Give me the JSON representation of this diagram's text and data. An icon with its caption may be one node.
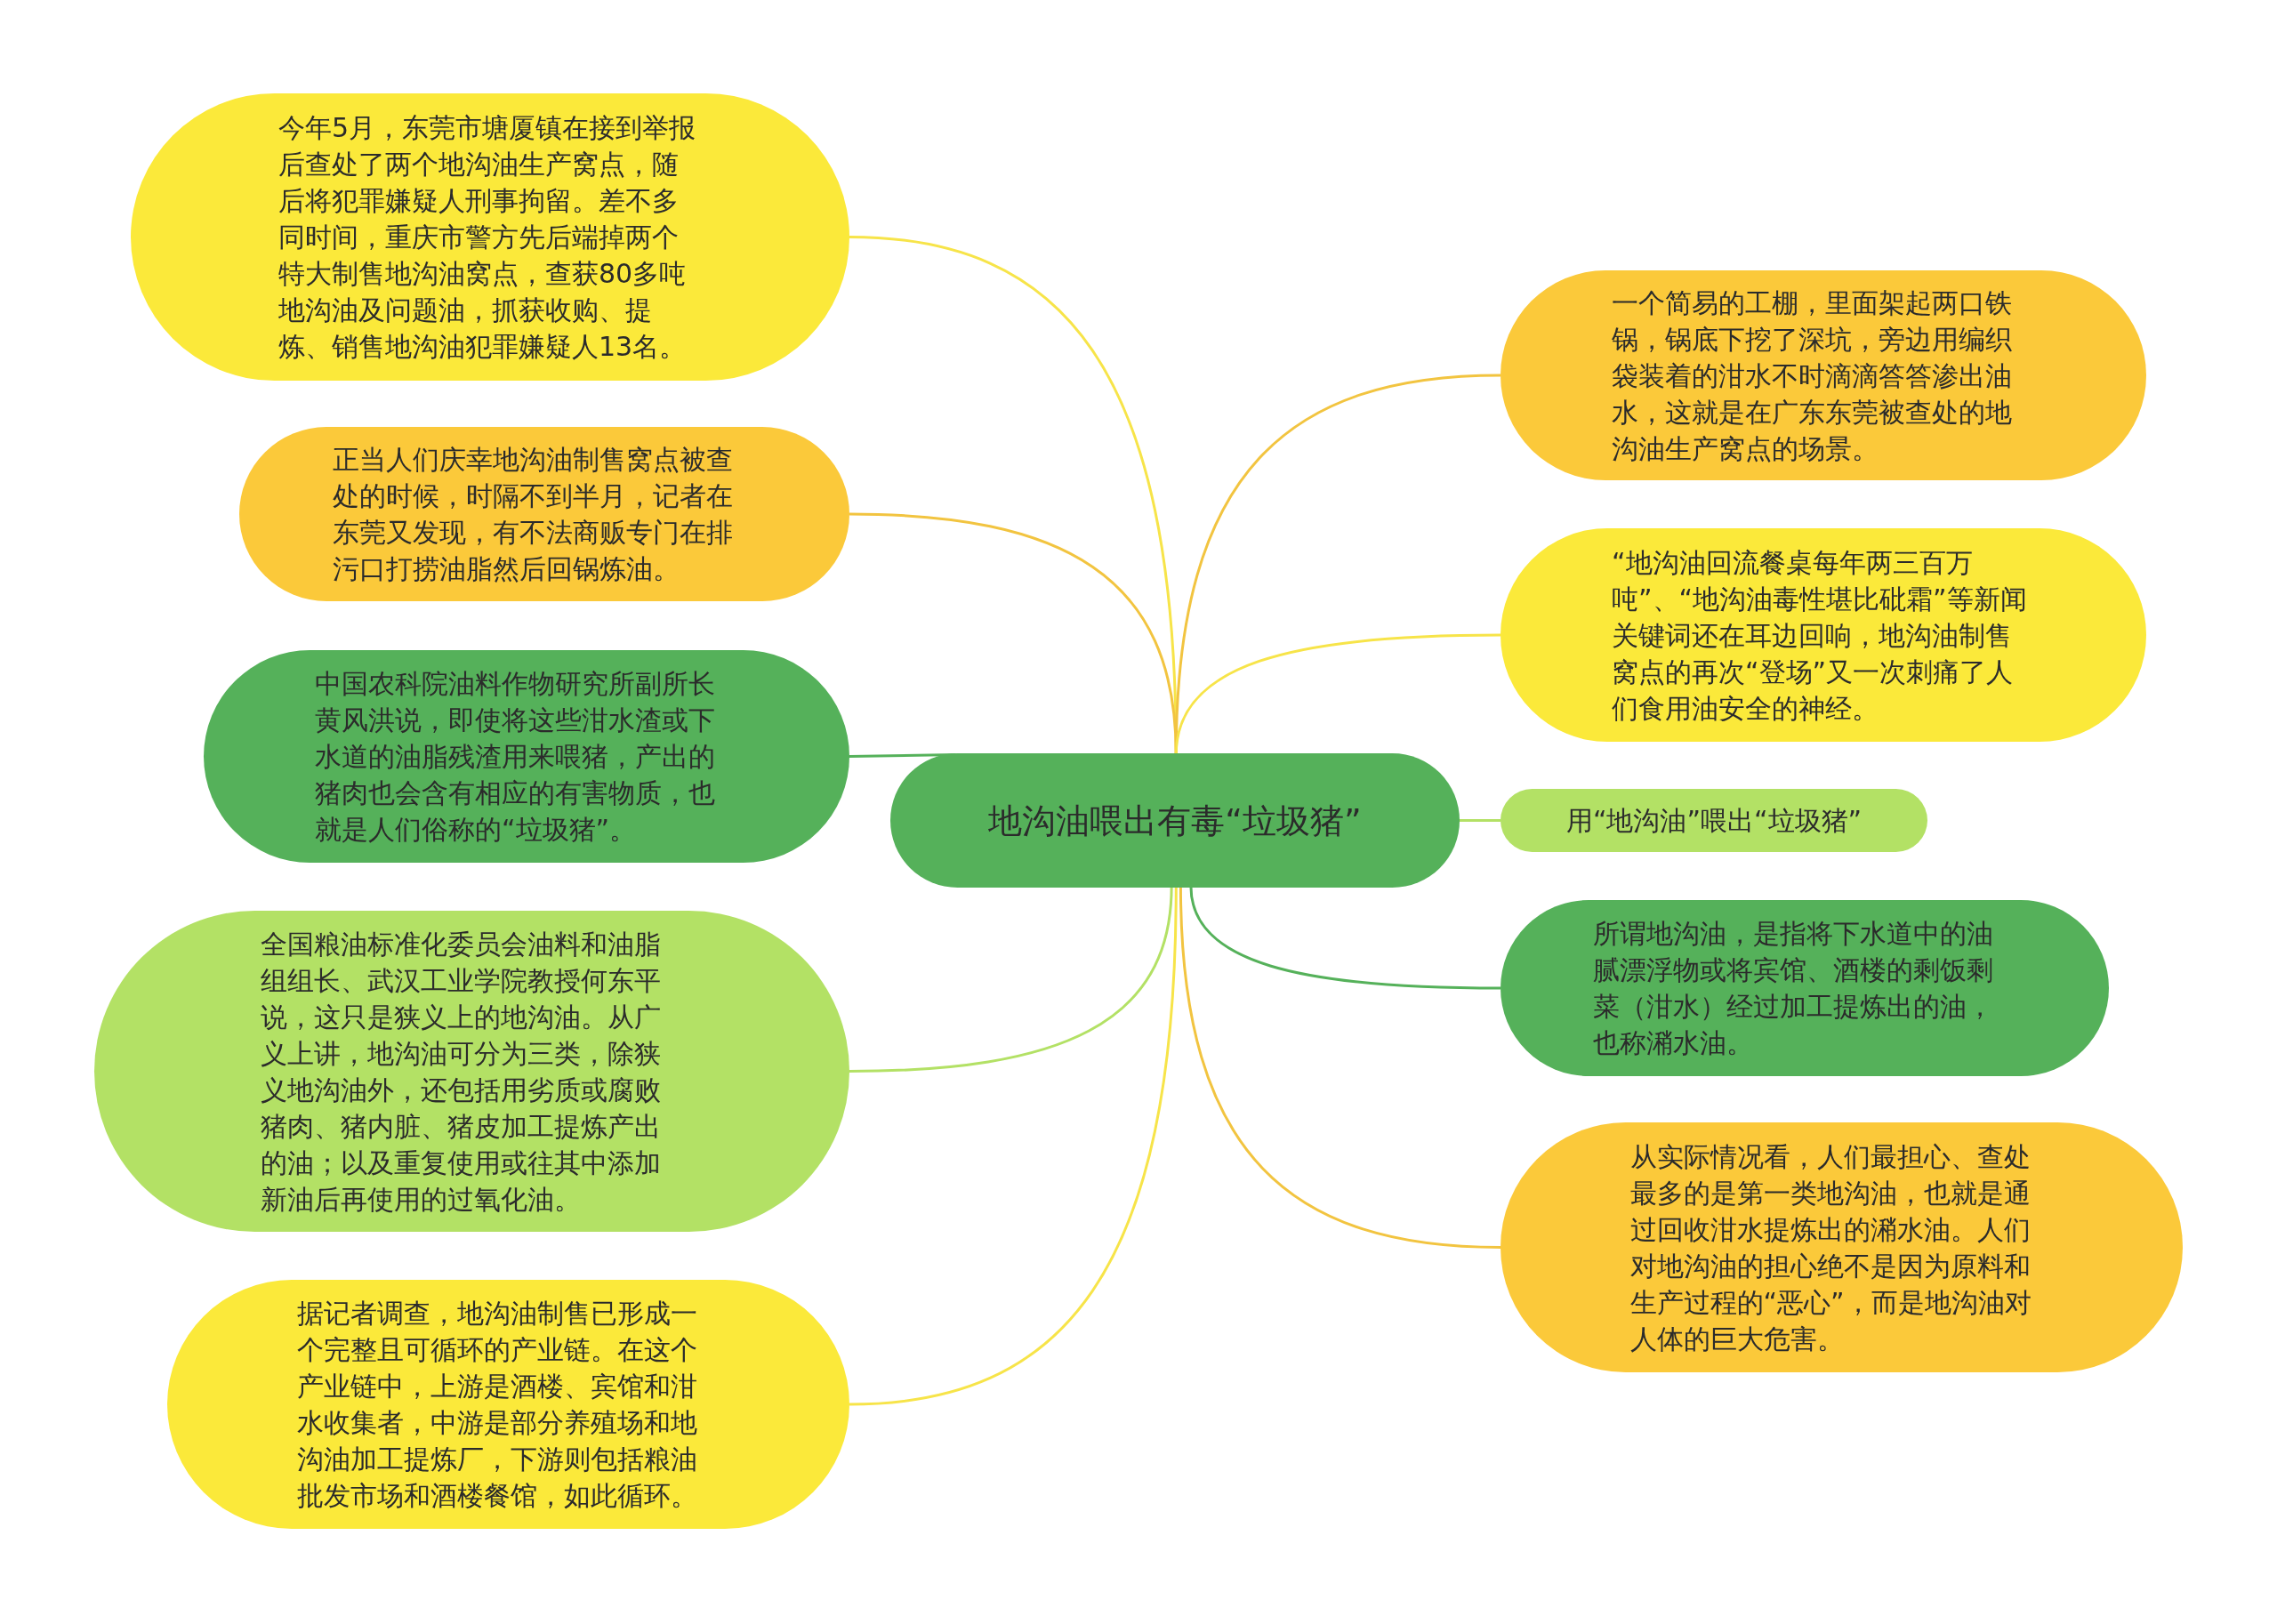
{
  "diagram": {
    "nodes": [
      {
        "text": [
          "地沟油喂出有毒“垃圾猪”"
        ]
      },
      {
        "text": [
          "今年5月，东莞市塘厦镇在接到举报后查处了两个地沟油生产窝点，随后将犯罪嫌疑人刑事拘留。差不多同时间，重庆市警方先后端掉两个特大制售地沟油窝点，查获80多吨地沟油及问题油，抓获收购、提炼、销售地沟油犯罪嫌疑人13名。"
        ]
      },
      {
        "text": [
          "正当人们庆幸地沟油制售窝点被查处的时候，时隔不到半月，记者在东莞又发现，有不法商贩专门在排污口打捞油脂然后回锅炼油。"
        ]
      },
      {
        "text": [
          "中国农科院油料作物研究所副所长黄风洪说，即使将这些泔水渣或下水道的油脂残渣用来喂猪，产出的猪肉也会含有相应的有害物质，也就是人们俗称的“垃圾猪”。"
        ]
      },
      {
        "text": [
          "全国粮油标准化委员会油料和油脂组组长、武汉工业学院教授何东平说，这只是狭义上的地沟油。从广义上讲，地沟油可分为三类，除狭义地沟油外，还包括用劣质或腐败猪肉、猪内脏、猪皮加工提炼产出的油；以及重复使用或往其中添加新油后再使用的过氧化油。"
        ]
      },
      {
        "text": [
          "据记者调查，地沟油制售已形成一个完整且可循环的产业链。在这个产业链中，上游是酒楼、宾馆和泔水收集者，中游是部分养殖场和地沟油加工提炼厂，下游则包括粮油批发市场和酒楼餐馆，如此循环。"
        ]
      },
      {
        "text": [
          "一个简易的工棚，里面架起两口铁锅，锅底下挖了深坑，旁边用编织袋装着的泔水不时滴滴答答渗出油水，这就是在广东东莞被查处的地沟油生产窝点的场景。"
        ]
      },
      {
        "text": [
          "“地沟油回流餐桌每年两三百万吨”、“地沟油毒性堪比砒霜”等新闻关键词还在耳边回响，地沟油制售窝点的再次“登场”又一次刺痛了人们食用油安全的神经。"
        ]
      },
      {
        "text": [
          "用“地沟油”喂出“垃圾猪”"
        ]
      },
      {
        "text": [
          "所谓地沟油，是指将下水道中的油腻漂浮物或将宾馆、酒楼的剩饭剩菜（泔水）经过加工提炼出的油，也称潲水油。"
        ]
      },
      {
        "text": [
          "从实际情况看，人们最担心、查处最多的是第一类地沟油，也就是通过回收泔水提炼出的潲水油。人们对地沟油的担心绝不是因为原料和生产过程的“恶心”，而是地沟油对人体的巨大危害。"
        ]
      }
    ],
    "edges": [
      {
        "from": 0,
        "to": 1,
        "arrow": "none",
        "color": "#f7e449"
      },
      {
        "from": 0,
        "to": 2,
        "arrow": "none",
        "color": "#f2c440"
      },
      {
        "from": 0,
        "to": 3,
        "arrow": "none",
        "color": "#55b15a"
      },
      {
        "from": 0,
        "to": 4,
        "arrow": "none",
        "color": "#b3e165"
      },
      {
        "from": 0,
        "to": 5,
        "arrow": "none",
        "color": "#f7e449"
      },
      {
        "from": 0,
        "to": 6,
        "arrow": "none",
        "color": "#f2c440"
      },
      {
        "from": 0,
        "to": 7,
        "arrow": "none",
        "color": "#f7e449"
      },
      {
        "from": 0,
        "to": 8,
        "arrow": "none",
        "color": "#b3e165"
      },
      {
        "from": 0,
        "to": 9,
        "arrow": "none",
        "color": "#55b15a"
      },
      {
        "from": 0,
        "to": 10,
        "arrow": "none",
        "color": "#f2c440"
      }
    ]
  }
}
